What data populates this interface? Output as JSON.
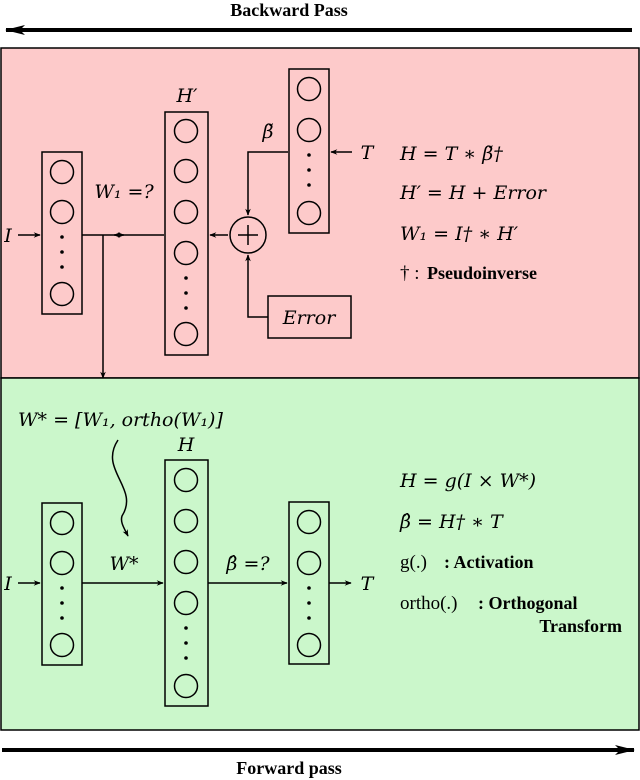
{
  "titles": {
    "backward": "Backward Pass",
    "forward": "Forward pass"
  },
  "colors": {
    "backward_panel": "#fdcaca",
    "forward_panel": "#cbf7cb"
  },
  "backward": {
    "input_label": "I",
    "weight_label": "W₁ =?",
    "hidden_label": "H′",
    "beta_label": "β̃",
    "target_label": "T",
    "error_box": "Error",
    "equations": [
      "H = T ∗ β̃†",
      "H′ = H + Error",
      "W₁ = I† ∗ H′"
    ],
    "note_symbol": "† :",
    "note_text": "Pseudoinverse"
  },
  "forward": {
    "wstar_eq": "W* = [W₁, ortho(W₁)]",
    "input_label": "I",
    "weight_label": "W*",
    "hidden_label": "H",
    "beta_label": "β̂ =?",
    "target_label": "T",
    "equations": [
      "H = g(I × W*)",
      "β̂ = H† ∗ T"
    ],
    "activation_fn": "g(.)",
    "activation_text": ": Activation",
    "ortho_fn": "ortho(.)",
    "ortho_text_1": ": Orthogonal",
    "ortho_text_2": "Transform"
  }
}
